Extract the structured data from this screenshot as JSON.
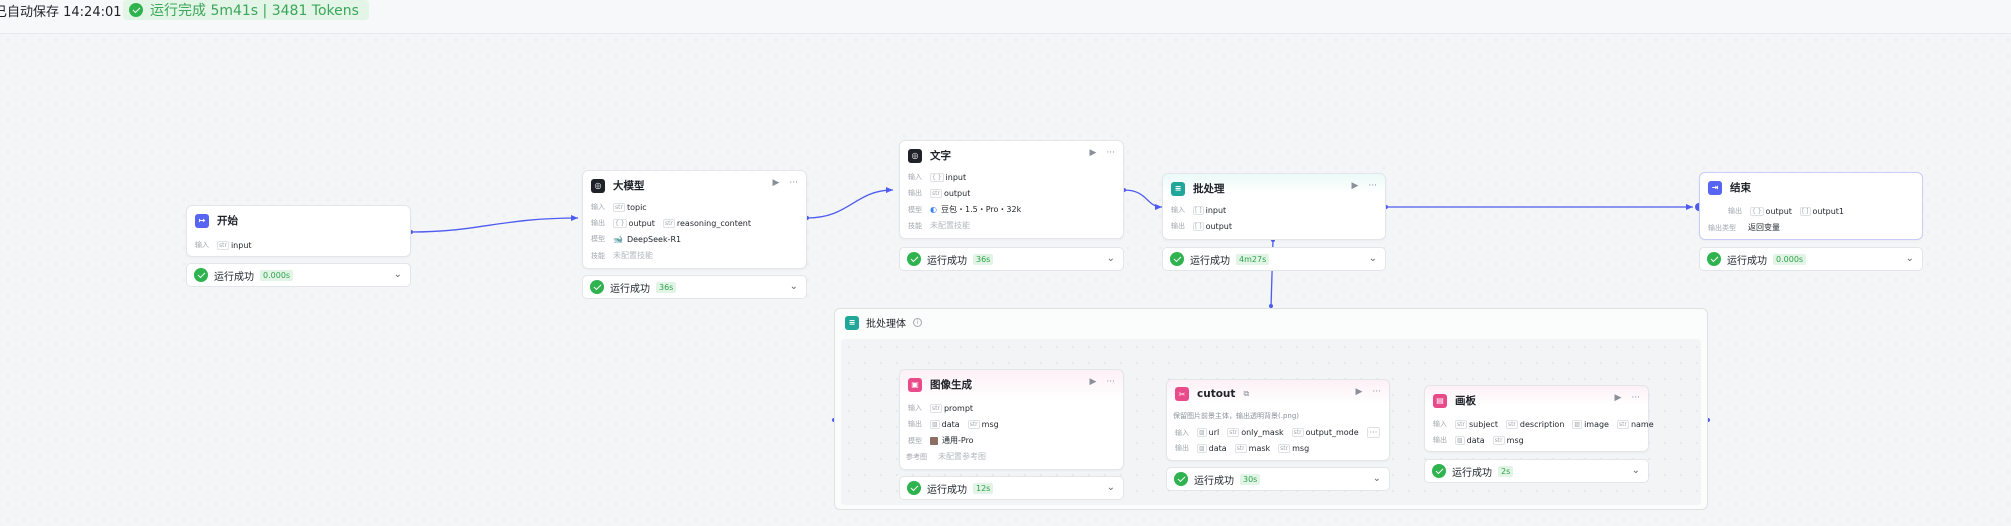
{
  "topbar": {
    "autosave": "已自动保存 14:24:01",
    "run_badge": "运行完成 5m41s | 3481 Tokens"
  },
  "labels": {
    "input": "输入",
    "output": "输出",
    "model": "模型",
    "skill": "技能",
    "out_type": "输出类型",
    "ref_image": "参考图"
  },
  "actions": {
    "run": "▶",
    "more": "···",
    "expand": "⌄"
  },
  "nodes": {
    "start": {
      "title": "开始",
      "icon": "start-icon",
      "icon_color": "#5865f2",
      "inputs": [
        "input"
      ],
      "status": "运行成功",
      "time": "0.000s"
    },
    "llm": {
      "title": "大模型",
      "icon": "llm-icon",
      "icon_color": "#1f2329",
      "inputs": [
        "topic"
      ],
      "outputs": [
        "output",
        "reasoning_content"
      ],
      "model": "DeepSeek-R1",
      "skill": "未配置技能",
      "status": "运行成功",
      "time": "36s"
    },
    "text": {
      "title": "文字",
      "icon": "text-icon",
      "icon_color": "#1f2329",
      "inputs": [
        "input"
      ],
      "outputs": [
        "output"
      ],
      "model": "豆包・1.5・Pro・32k",
      "skill": "未配置技能",
      "status": "运行成功",
      "time": "36s"
    },
    "batch": {
      "title": "批处理",
      "icon": "batch-icon",
      "icon_color": "#21a79a",
      "inputs": [
        "input"
      ],
      "outputs": [
        "output"
      ],
      "status": "运行成功",
      "time": "4m27s"
    },
    "end": {
      "title": "结束",
      "icon": "end-icon",
      "icon_color": "#5865f2",
      "outputs": [
        "output",
        "output1"
      ],
      "out_type": "返回变量",
      "status": "运行成功",
      "time": "0.000s"
    },
    "group": {
      "title": "批处理体",
      "info": "i"
    },
    "imggen": {
      "title": "图像生成",
      "icon": "image-gen-icon",
      "icon_color": "#e84a8a",
      "inputs": [
        "prompt"
      ],
      "outputs": [
        "data",
        "msg"
      ],
      "model": "通用-Pro",
      "ref_image": "未配置参考图",
      "status": "运行成功",
      "time": "12s"
    },
    "cutout": {
      "title": "cutout",
      "icon": "cutout-icon",
      "icon_color": "#e84a8a",
      "desc": "保留图片前景主体，输出透明背景(.png)",
      "inputs": [
        "url",
        "only_mask",
        "output_mode"
      ],
      "outputs": [
        "data",
        "mask",
        "msg"
      ],
      "status": "运行成功",
      "time": "30s"
    },
    "board": {
      "title": "画板",
      "icon": "board-icon",
      "icon_color": "#e84a8a",
      "inputs": [
        "subject",
        "description",
        "image",
        "name"
      ],
      "outputs": [
        "data",
        "msg"
      ],
      "status": "运行成功",
      "time": "2s"
    }
  },
  "colors": {
    "edge": "#4d5bf0",
    "success": "#2fb34f"
  }
}
